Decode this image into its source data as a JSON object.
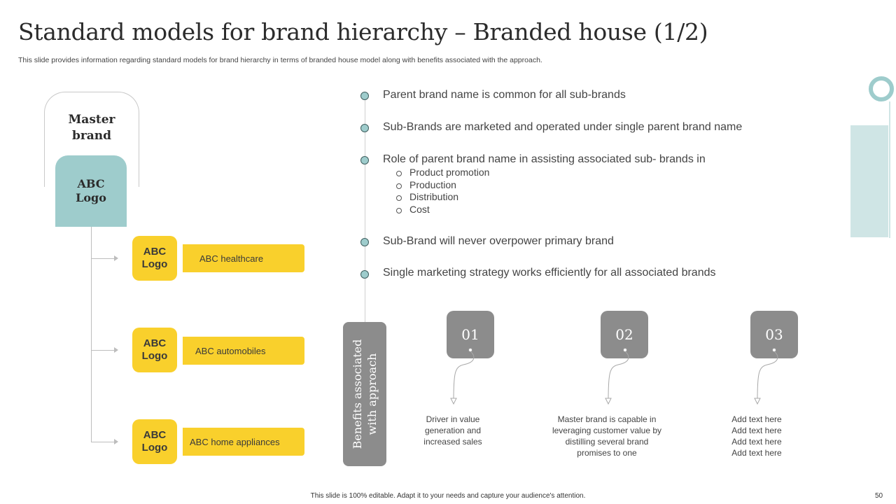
{
  "slide": {
    "title": "Standard models for brand hierarchy  – Branded house (1/2)",
    "subtitle": "This slide provides information regarding standard models for brand hierarchy in terms of branded house model  along with benefits associated with the approach.",
    "footer": "This slide is 100% editable.  Adapt it to your needs and capture your audience's attention.",
    "page_number": "50"
  },
  "hierarchy": {
    "master_label": "Master\nbrand",
    "master_logo": "ABC\nLogo",
    "sub_brands": [
      {
        "logo": "ABC\nLogo",
        "name": "ABC healthcare"
      },
      {
        "logo": "ABC\nLogo",
        "name": "ABC automobiles"
      },
      {
        "logo": "ABC\nLogo",
        "name": "ABC home appliances"
      }
    ]
  },
  "points": {
    "items": [
      "Parent brand name is common for all sub-brands",
      "Sub-Brands are marketed and operated under  single parent brand name",
      "Role of parent brand name in assisting associated sub- brands in",
      "Sub-Brand will never overpower primary brand",
      "Single marketing strategy works efficiently for all associated brands"
    ],
    "sub_items": [
      "Product promotion",
      "Production",
      "Distribution",
      "Cost"
    ]
  },
  "benefits": {
    "label": "Benefits associated\nwith approach",
    "items": [
      {
        "number": "01",
        "text": "Driver  in value\ngeneration  and\nincreased  sales"
      },
      {
        "number": "02",
        "text": "Master brand  is capable in\nleveraging  customer value  by\ndistilling several  brand\npromises to one"
      },
      {
        "number": "03",
        "text": "Add text here\nAdd text here\nAdd text here\nAdd text here"
      }
    ]
  },
  "colors": {
    "teal": "#9ecccc",
    "teal_light": "#cfe5e5",
    "yellow": "#f9d02c",
    "gray_box": "#8c8c8c"
  }
}
